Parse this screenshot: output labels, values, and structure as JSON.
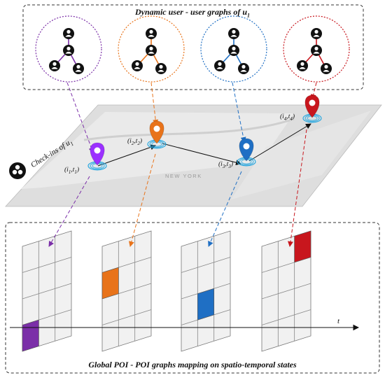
{
  "top_title": "Dynamic user - user graphs of ",
  "top_title_sub": "1",
  "user_var": "u",
  "bottom_title": "Global POI - POI graphs mapping on spatio-temporal states",
  "checkin_label": "Check-ins of u",
  "checkin_sub": "1",
  "city_label": "NEW YORK",
  "time_axis_label": "t",
  "checkins": [
    {
      "i": "i",
      "isub": "1",
      "t": "t",
      "tsub": "1",
      "color": "#9b30ff"
    },
    {
      "i": "i",
      "isub": "2",
      "t": "t",
      "tsub": "2",
      "color": "#e8731a"
    },
    {
      "i": "i",
      "isub": "3",
      "t": "t",
      "tsub": "3",
      "color": "#1f6fc4"
    },
    {
      "i": "i",
      "isub": "4",
      "t": "t",
      "tsub": "4",
      "color": "#c8161d"
    }
  ],
  "colors": {
    "purple": "#7b2fa8",
    "orange": "#e8731a",
    "blue": "#1f6fc4",
    "red": "#c8161d",
    "map": "#dcdcdc"
  }
}
